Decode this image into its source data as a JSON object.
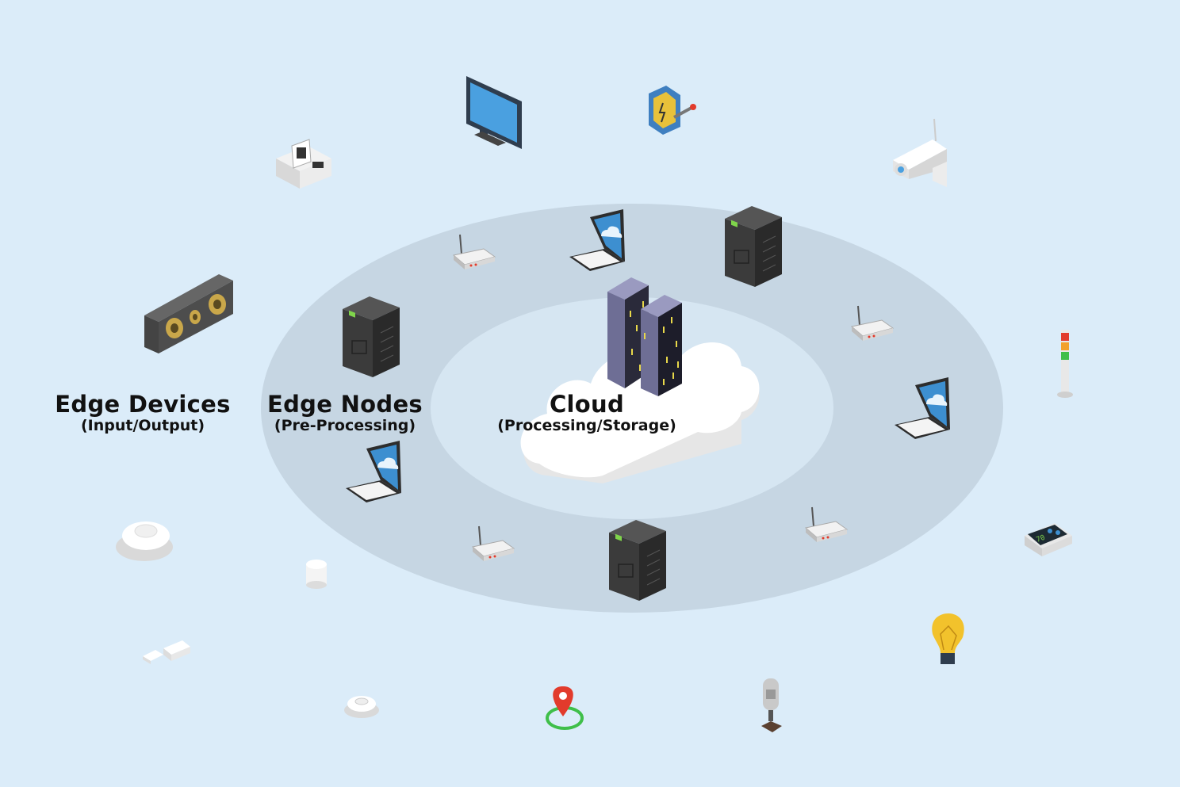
{
  "labels": {
    "edge_devices": {
      "title": "Edge Devices",
      "subtitle": "(Input/Output)"
    },
    "edge_nodes": {
      "title": "Edge Nodes",
      "subtitle": "(Pre-Processing)"
    },
    "cloud": {
      "title": "Cloud",
      "subtitle": "(Processing/Storage)"
    }
  },
  "colors": {
    "background": "#dbecf9",
    "outer_ring": "#c6d6e3",
    "inner_ring": "#d6e6f2",
    "server_dark": "#3b3b3b",
    "screen_blue": "#3d8fd0",
    "building": "#6e6e95",
    "accent_red": "#e23b2c",
    "accent_green": "#3fbf4a",
    "bulb_yellow": "#f2c22c"
  },
  "devices": {
    "tv_screen_text": "",
    "thermostat_reading": "70"
  },
  "icons": [
    "monitor-icon",
    "power-switch-icon",
    "security-camera-icon",
    "receipt-printer-icon",
    "speaker-bar-icon",
    "signal-tower-light-icon",
    "smoke-detector-icon",
    "smart-speaker-icon",
    "door-sensor-icon",
    "small-smoke-detector-icon",
    "location-pin-icon",
    "microphone-icon",
    "light-bulb-icon",
    "thermostat-icon",
    "router-icon",
    "laptop-icon",
    "server-tower-icon",
    "cloud-icon",
    "data-center-icon"
  ]
}
